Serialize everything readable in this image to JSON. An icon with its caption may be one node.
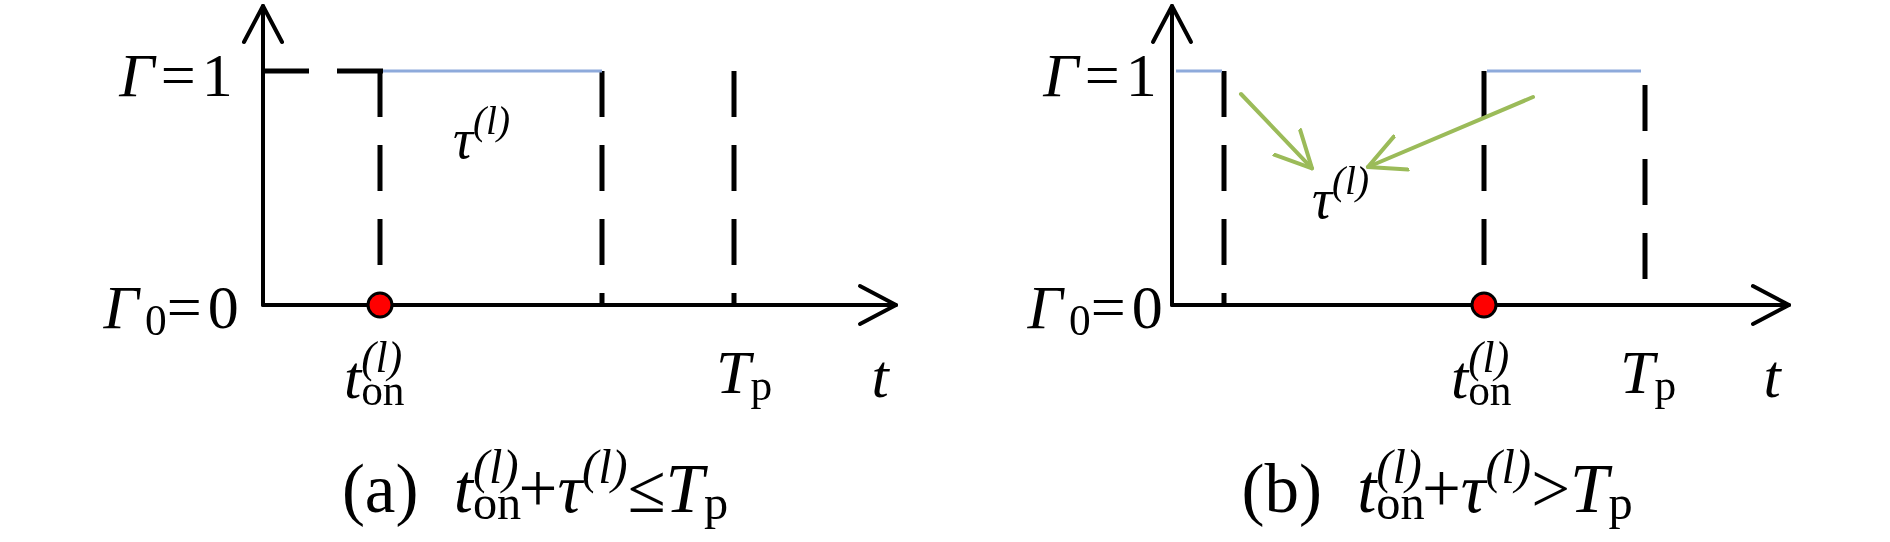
{
  "diagram": {
    "nodes": [
      {
        "text": [
          "*τ*$^{(l)}$"
        ]
      },
      {
        "text": [
          "*τ*$^{(l)}$"
        ]
      }
    ],
    "edges": [
      {
        "from": null,
        "to": 1,
        "arrow": "to",
        "color": "#9bbb59"
      },
      {
        "from": null,
        "to": 1,
        "arrow": "to",
        "color": "#9bbb59"
      }
    ],
    "labels": [
      "*Γ*=1",
      "*Γ*$_{0}$=0",
      "*t*$_{on}$$^{(l)}$",
      "*T*$_{p}$",
      "t",
      "(a) *t*$_{on}$$^{(l)}$+*τ*$^{(l)}$≤*T*$_{p}$",
      "*Γ*=1",
      "*Γ*$_{0}$=0",
      "*t*$_{on}$$^{(l)}$",
      "*T*$_{p}$",
      "t",
      "(b) *t*$_{on}$$^{(l)}$+*τ*$^{(l)}$>*T*$_{p}$"
    ]
  }
}
